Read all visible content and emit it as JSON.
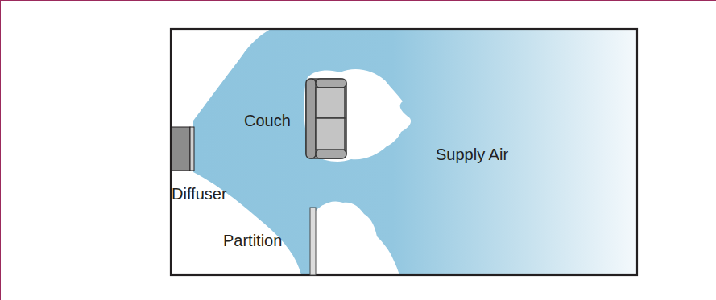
{
  "diagram": {
    "labels": [
      "Couch",
      "Supply Air",
      "Diffuser",
      "Partition"
    ]
  }
}
